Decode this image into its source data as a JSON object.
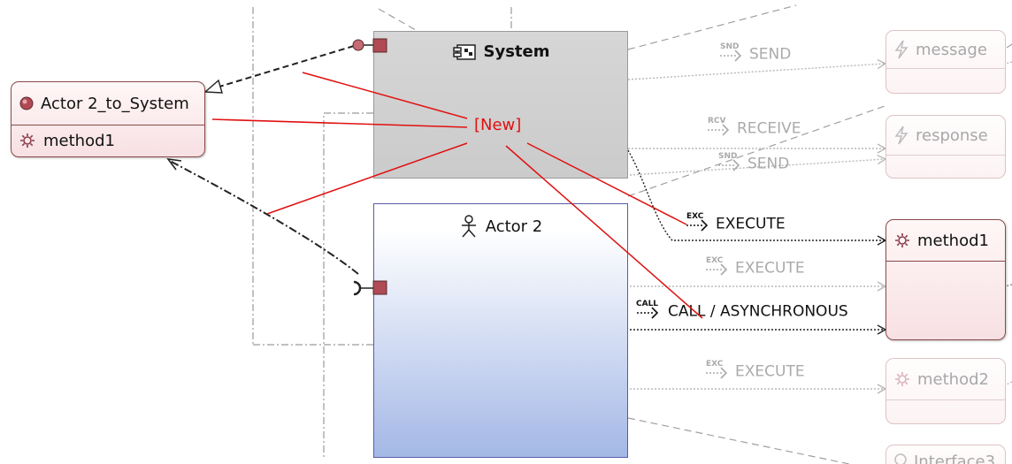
{
  "actor_interface": {
    "title": "Actor 2_to_System",
    "method": "method1"
  },
  "system_component": {
    "title": "System"
  },
  "actor_component": {
    "title": "Actor 2"
  },
  "interfaces": {
    "message": "message",
    "response": "response",
    "method1": "method1",
    "method2": "method2",
    "interface3": "Interface3"
  },
  "connection_labels": {
    "send_1": "SEND",
    "receive": "RECEIVE",
    "send_2": "SEND",
    "execute_1": "EXECUTE",
    "execute_2": "EXECUTE",
    "call": "CALL / ASYNCHRONOUS",
    "execute_3": "EXECUTE"
  },
  "icon_captions": {
    "snd": "SND",
    "rcv": "RCV",
    "exc": "EXC",
    "call": "CALL"
  },
  "annotation": "[New]",
  "colors": {
    "annotation": "#e01010",
    "actor_border": "#5a5aa8",
    "interface_border": "#8a4a4a",
    "port": "#b04a55"
  }
}
